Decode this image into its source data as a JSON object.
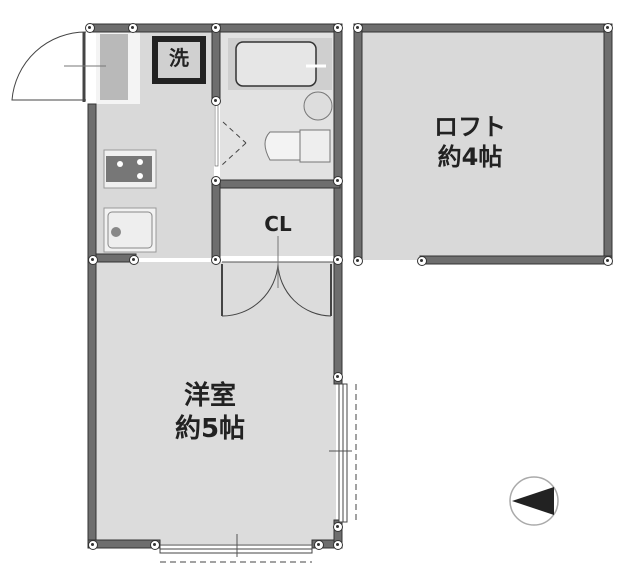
{
  "rooms": {
    "western_room": {
      "name": "洋室",
      "size": "約5帖"
    },
    "loft": {
      "name": "ロフト",
      "size": "約4帖"
    },
    "closet": {
      "name": "CL"
    },
    "washer": {
      "name": "洗"
    }
  },
  "compass": {
    "direction": "west",
    "icon": "north-arrow-icon"
  },
  "colors": {
    "floor": "#d9d9d9",
    "wall": "#6e6e6e",
    "outline": "#333333"
  }
}
